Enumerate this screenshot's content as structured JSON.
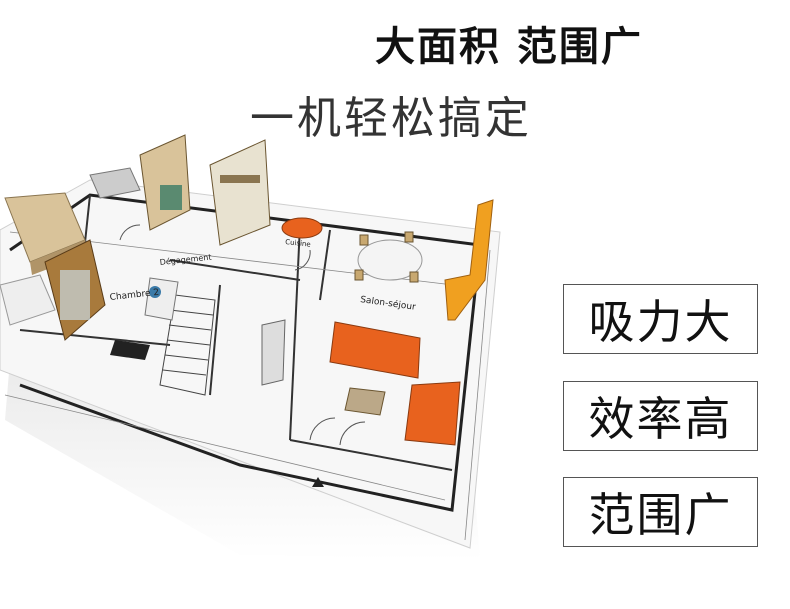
{
  "headline": "大面积 范围广",
  "subline": "一机轻松搞定",
  "features": [
    "吸力大",
    "效率高",
    "范围广"
  ],
  "plan_labels": {
    "salon": "Salon-séjour",
    "chambre": "Chambre 2",
    "degagement": "Dégagement",
    "cuisine": "Cuisine"
  },
  "colors": {
    "sofa": "#e8621e",
    "shelf": "#f0a020",
    "wood": "#c8a870"
  }
}
